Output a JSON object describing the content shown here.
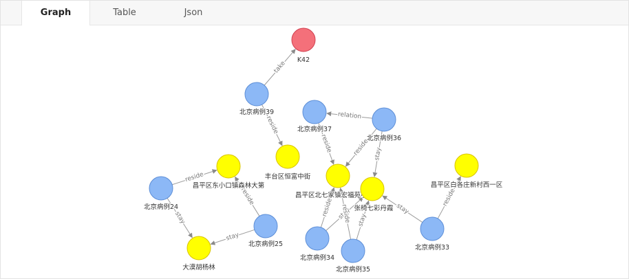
{
  "tabs": [
    {
      "id": "graph",
      "label": "Graph",
      "active": true
    },
    {
      "id": "table",
      "label": "Table",
      "active": false
    },
    {
      "id": "json",
      "label": "Json",
      "active": false
    }
  ],
  "colors": {
    "case": "#8cb8f6",
    "case_stroke": "#5d8ed6",
    "place": "#ffff00",
    "place_stroke": "#d8c200",
    "disease": "#f4707a",
    "disease_stroke": "#d04050"
  },
  "graph": {
    "nodes": [
      {
        "id": "k42",
        "label": "K42",
        "kind": "disease"
      },
      {
        "id": "c39",
        "label": "北京病例39",
        "kind": "case"
      },
      {
        "id": "c37",
        "label": "北京病例37",
        "kind": "case"
      },
      {
        "id": "c36",
        "label": "北京病例36",
        "kind": "case"
      },
      {
        "id": "c24",
        "label": "北京病例24",
        "kind": "case"
      },
      {
        "id": "c25",
        "label": "北京病例25",
        "kind": "case"
      },
      {
        "id": "c34",
        "label": "北京病例34",
        "kind": "case"
      },
      {
        "id": "c35",
        "label": "北京病例35",
        "kind": "case"
      },
      {
        "id": "c33",
        "label": "北京病例33",
        "kind": "case"
      },
      {
        "id": "p_fengtai",
        "label": "丰台区恒富中街",
        "kind": "place"
      },
      {
        "id": "p_dongxiaokou",
        "label": "昌平区东小口镇森林大第",
        "kind": "place"
      },
      {
        "id": "p_beiqijia",
        "label": "昌平区北七家镇宏福苑小区",
        "kind": "place"
      },
      {
        "id": "p_zhangqi",
        "label": "张椅七彩丹霞",
        "kind": "place"
      },
      {
        "id": "p_baige",
        "label": "昌平区白各庄新村西一区",
        "kind": "place"
      },
      {
        "id": "p_damo",
        "label": "大漠胡杨林",
        "kind": "place"
      }
    ],
    "edges": [
      {
        "source": "c39",
        "target": "k42",
        "label": "take"
      },
      {
        "source": "c39",
        "target": "p_fengtai",
        "label": "reside"
      },
      {
        "source": "c36",
        "target": "c37",
        "label": "relation"
      },
      {
        "source": "c37",
        "target": "p_beiqijia",
        "label": "reside"
      },
      {
        "source": "c36",
        "target": "p_beiqijia",
        "label": "reside"
      },
      {
        "source": "c36",
        "target": "p_zhangqi",
        "label": "stay"
      },
      {
        "source": "c24",
        "target": "p_dongxiaokou",
        "label": "reside"
      },
      {
        "source": "c24",
        "target": "p_damo",
        "label": "stay"
      },
      {
        "source": "c25",
        "target": "p_dongxiaokou",
        "label": "reside"
      },
      {
        "source": "c25",
        "target": "p_damo",
        "label": "stay"
      },
      {
        "source": "c34",
        "target": "p_beiqijia",
        "label": "reside"
      },
      {
        "source": "c34",
        "target": "p_zhangqi",
        "label": "stay"
      },
      {
        "source": "c35",
        "target": "p_beiqijia",
        "label": "reside"
      },
      {
        "source": "c35",
        "target": "p_zhangqi",
        "label": "stay"
      },
      {
        "source": "c33",
        "target": "p_zhangqi",
        "label": "stay"
      },
      {
        "source": "c33",
        "target": "p_baige",
        "label": "reside"
      }
    ]
  }
}
